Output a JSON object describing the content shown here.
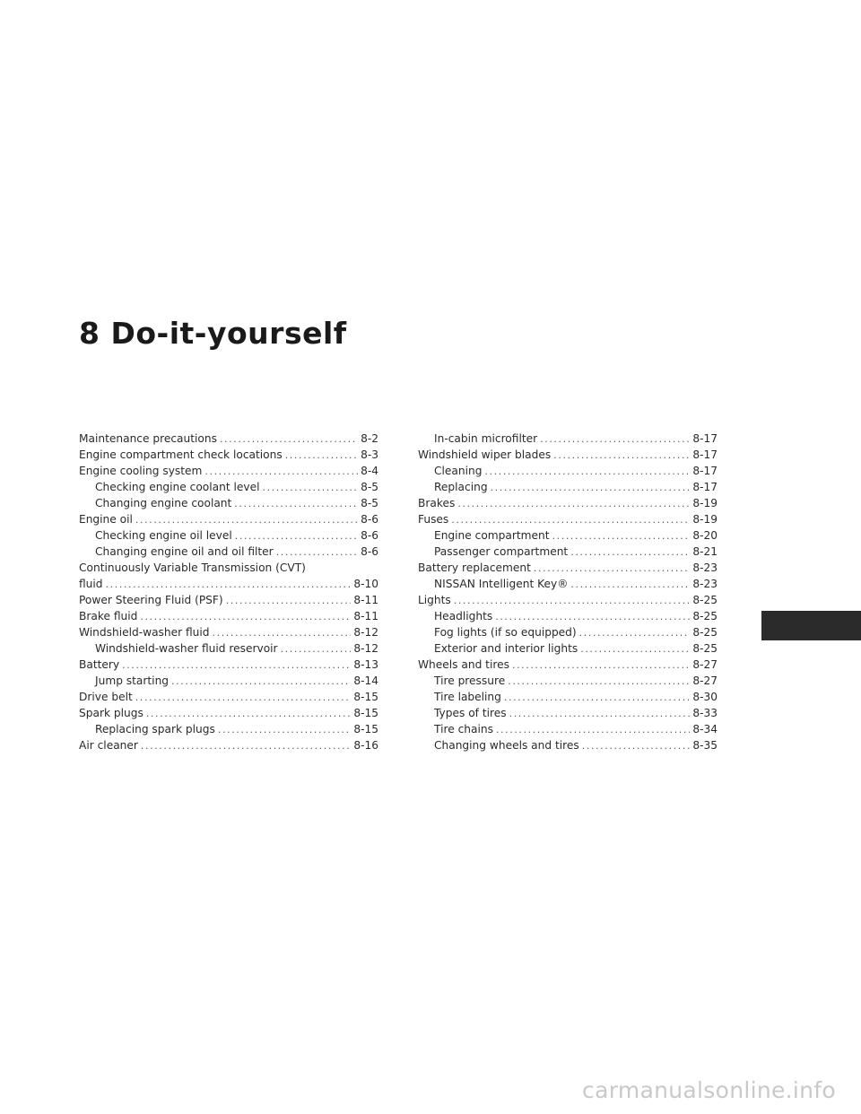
{
  "chapter": {
    "title": "8 Do-it-yourself"
  },
  "toc": {
    "left": [
      {
        "text": "Maintenance precautions",
        "page": "8-2",
        "level": 0
      },
      {
        "text": "Engine compartment check locations",
        "page": "8-3",
        "level": 0
      },
      {
        "text": "Engine cooling system",
        "page": "8-4",
        "level": 0
      },
      {
        "text": "Checking engine coolant level",
        "page": "8-5",
        "level": 1
      },
      {
        "text": "Changing engine coolant",
        "page": "8-5",
        "level": 1
      },
      {
        "text": "Engine oil",
        "page": "8-6",
        "level": 0
      },
      {
        "text": "Checking engine oil level",
        "page": "8-6",
        "level": 1
      },
      {
        "text": "Changing engine oil and oil filter",
        "page": "8-6",
        "level": 1
      },
      {
        "text": "Continuously Variable Transmission (CVT)",
        "page": "",
        "level": 0
      },
      {
        "text": "fluid",
        "page": "8-10",
        "level": 0
      },
      {
        "text": "Power Steering Fluid (PSF)",
        "page": "8-11",
        "level": 0
      },
      {
        "text": "Brake fluid",
        "page": "8-11",
        "level": 0
      },
      {
        "text": "Windshield-washer fluid",
        "page": "8-12",
        "level": 0
      },
      {
        "text": "Windshield-washer fluid reservoir",
        "page": "8-12",
        "level": 1
      },
      {
        "text": "Battery",
        "page": "8-13",
        "level": 0
      },
      {
        "text": "Jump starting",
        "page": "8-14",
        "level": 1
      },
      {
        "text": "Drive belt",
        "page": "8-15",
        "level": 0
      },
      {
        "text": "Spark plugs",
        "page": "8-15",
        "level": 0
      },
      {
        "text": "Replacing spark plugs",
        "page": "8-15",
        "level": 1
      },
      {
        "text": "Air cleaner",
        "page": "8-16",
        "level": 0
      }
    ],
    "right": [
      {
        "text": "In-cabin microfilter",
        "page": "8-17",
        "level": 1
      },
      {
        "text": "Windshield wiper blades",
        "page": "8-17",
        "level": 0
      },
      {
        "text": "Cleaning",
        "page": "8-17",
        "level": 1
      },
      {
        "text": "Replacing",
        "page": "8-17",
        "level": 1
      },
      {
        "text": "Brakes",
        "page": "8-19",
        "level": 0
      },
      {
        "text": "Fuses",
        "page": "8-19",
        "level": 0
      },
      {
        "text": "Engine compartment",
        "page": "8-20",
        "level": 1
      },
      {
        "text": "Passenger compartment",
        "page": "8-21",
        "level": 1
      },
      {
        "text": "Battery replacement",
        "page": "8-23",
        "level": 0
      },
      {
        "text": "NISSAN Intelligent Key®",
        "page": "8-23",
        "level": 1
      },
      {
        "text": "Lights",
        "page": "8-25",
        "level": 0
      },
      {
        "text": "Headlights",
        "page": "8-25",
        "level": 1
      },
      {
        "text": "Fog lights (if so equipped)",
        "page": "8-25",
        "level": 1
      },
      {
        "text": "Exterior and interior lights",
        "page": "8-25",
        "level": 1
      },
      {
        "text": "Wheels and tires",
        "page": "8-27",
        "level": 0
      },
      {
        "text": "Tire pressure",
        "page": "8-27",
        "level": 1
      },
      {
        "text": "Tire labeling",
        "page": "8-30",
        "level": 1
      },
      {
        "text": "Types of tires",
        "page": "8-33",
        "level": 1
      },
      {
        "text": "Tire chains",
        "page": "8-34",
        "level": 1
      },
      {
        "text": "Changing wheels and tires",
        "page": "8-35",
        "level": 1
      }
    ]
  },
  "tab": {
    "color": "#2b2b2b"
  },
  "watermark": {
    "text": "carmanualsonline.info"
  }
}
